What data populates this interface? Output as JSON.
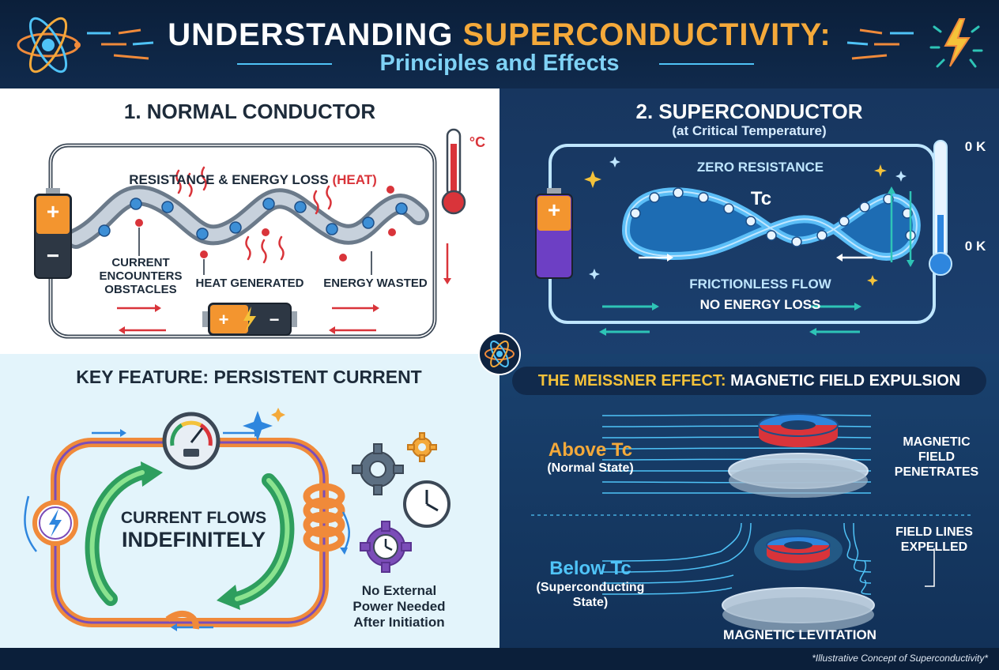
{
  "header": {
    "title_main": "UNDERSTANDING ",
    "title_accent": "SUPERCONDUCTIVITY:",
    "subtitle": "Principles and Effects"
  },
  "panel_normal": {
    "heading": "1. NORMAL CONDUCTOR",
    "resistance_label": "RESISTANCE & ENERGY LOSS",
    "heat_label": "(HEAT)",
    "obstacles_label": "CURRENT ENCOUNTERS OBSTACLES",
    "heat_generated_label": "HEAT GENERATED",
    "energy_wasted_label": "ENERGY WASTED",
    "thermometer_unit": "°C",
    "battery_plus": "+",
    "battery_minus": "−"
  },
  "panel_super": {
    "heading": "2. SUPERCONDUCTOR",
    "subheading": "(at Critical Temperature)",
    "zero_resistance_label": "ZERO RESISTANCE",
    "tc_label": "Tc",
    "frictionless_label": "FRICTIONLESS FLOW",
    "no_loss_label": "NO ENERGY LOSS",
    "thermo_top": "0 K",
    "thermo_mid": "0 K"
  },
  "panel_persistent": {
    "heading": "KEY FEATURE: PERSISTENT CURRENT",
    "loop_line1": "CURRENT FLOWS",
    "loop_line2": "INDEFINITELY",
    "no_power_label": "No External Power Needed After Initiation"
  },
  "panel_meissner": {
    "heading_accent": "THE MEISSNER EFFECT:",
    "heading_rest": " MAGNETIC FIELD EXPULSION",
    "above_label": "Above Tc",
    "above_sub": "(Normal State)",
    "penetrates_label": "MAGNETIC FIELD PENETRATES",
    "below_label": "Below Tc",
    "below_sub": "(Superconducting State)",
    "expelled_label": "FIELD LINES EXPELLED",
    "levitation_label": "MAGNETIC LEVITATION"
  },
  "footer": {
    "note": "*Illustrative Concept of Superconductivity*"
  },
  "colors": {
    "accent_orange": "#f4a93a",
    "accent_cyan": "#7fd2f5",
    "heat_red": "#d9343a",
    "flow_teal": "#2ec4b6"
  },
  "icons": [
    "atom-icon",
    "lightning-icon",
    "thermometer-icon",
    "gear-icon",
    "clock-icon",
    "gauge-icon"
  ]
}
